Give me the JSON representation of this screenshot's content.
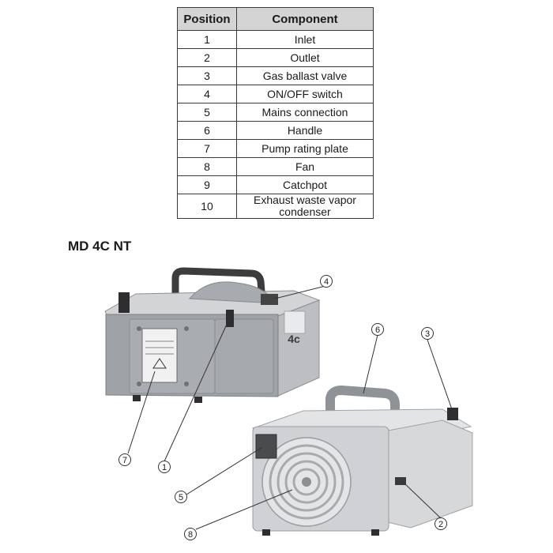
{
  "table": {
    "headers": {
      "position": "Position",
      "component": "Component"
    },
    "rows": [
      {
        "position": "1",
        "component": "Inlet"
      },
      {
        "position": "2",
        "component": "Outlet"
      },
      {
        "position": "3",
        "component": "Gas ballast valve"
      },
      {
        "position": "4",
        "component": "ON/OFF switch"
      },
      {
        "position": "5",
        "component": "Mains connection"
      },
      {
        "position": "6",
        "component": "Handle"
      },
      {
        "position": "7",
        "component": "Pump rating plate"
      },
      {
        "position": "8",
        "component": "Fan"
      },
      {
        "position": "9",
        "component": "Catchpot"
      },
      {
        "position": "10",
        "component": "Exhaust waste vapor condenser"
      }
    ]
  },
  "figure": {
    "model_title": "MD 4C NT",
    "pump_label": "4c",
    "callouts": [
      "1",
      "2",
      "3",
      "4",
      "5",
      "6",
      "7",
      "8"
    ]
  }
}
